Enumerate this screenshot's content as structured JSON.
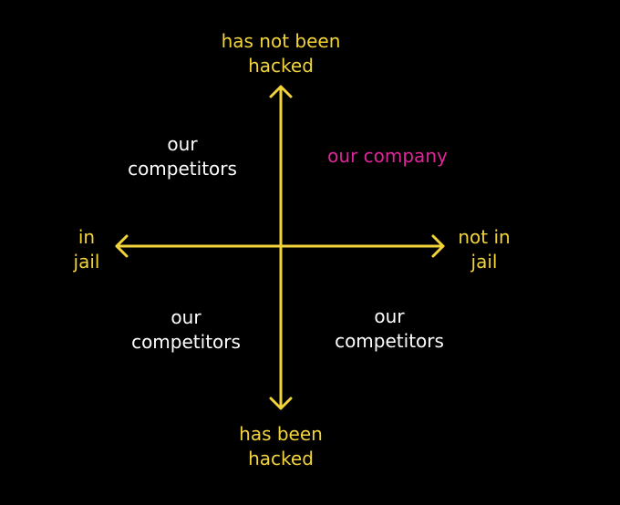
{
  "colors": {
    "background": "#000000",
    "axis": "#f2d43a",
    "text": "#ffffff",
    "highlight": "#e0259a"
  },
  "axes": {
    "top": "has not been\nhacked",
    "bottom": "has been\nhacked",
    "left": "in\njail",
    "right": "not in\njail"
  },
  "quadrants": {
    "top_left": "our\ncompetitors",
    "top_right": "our company",
    "bottom_left": "our\ncompetitors",
    "bottom_right": "our\ncompetitors"
  }
}
